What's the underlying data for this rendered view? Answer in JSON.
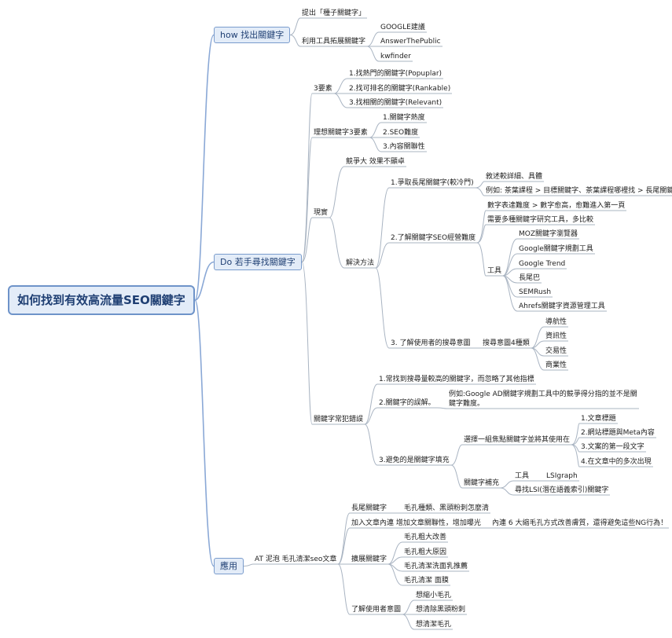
{
  "root": "如何找到有效高流量SEO關鍵字",
  "how": {
    "title": "how 找出關鍵字",
    "seed": "提出「種子關鍵字」",
    "tools": "利用工具拓展關鍵字",
    "tool_items": [
      "GOOGLE建議",
      "AnswerThePublic",
      "kwfinder"
    ]
  },
  "do": {
    "title": "Do 若手尋找關鍵字",
    "three": {
      "label": "3要素",
      "items": [
        "1.找熱門的關鍵字(Popuplar)",
        "2.找可排名的關鍵字(Rankable)",
        "3.找相關的關鍵字(Relevant)"
      ]
    },
    "ideal": {
      "label": "理想關鍵字3要素",
      "items": [
        "1.關鍵字熱度",
        "2.SEO難度",
        "3.內容關聯性"
      ]
    },
    "reality": {
      "label": "現實",
      "competition": "競爭大 效果不顯卓",
      "method": "解決方法",
      "long_tail": {
        "label": "1.爭取長尾關鍵字(較冷門)",
        "detail": "敘述較詳細、具體",
        "example": "例如: 茶葉課程 > 目標關鍵字、茶葉課程哪裡找 > 長尾關鍵字"
      },
      "difficulty": {
        "label": "2.了解關鍵字SEO經營難度",
        "note1": "數字表達難度 > 數字愈高，愈難進入第一頁",
        "note2": "需要多種關鍵字研究工具，多比較",
        "tools_label": "工具",
        "tools": [
          "MOZ關鍵字瀏覽器",
          "Google關鍵字規劃工具",
          "Google Trend",
          "長尾巴",
          "SEMRush",
          "Ahrefs關鍵字資源管理工具"
        ]
      },
      "intent": {
        "label": "3. 了解使用者的搜尋意圖",
        "types_label": "搜尋意圖4種類",
        "types": [
          "導航性",
          "資訊性",
          "交易性",
          "商業性"
        ]
      }
    },
    "mistakes": {
      "label": "關鍵字常犯錯誤",
      "m1": "1.常找到搜尋量較高的關鍵字，而忽略了其他指標",
      "m2": "2.關鍵字的誤解。",
      "m2_note": "例如:Google AD關鍵字規劃工具中的競爭得分指的並不是關鍵字難度。",
      "m3": "3.避免的是關鍵字填充",
      "select": "選擇一組焦點關鍵字並將其使用在",
      "select_items": [
        "1.文章標題",
        "2.網站標題與Meta內容",
        "3.文案的第一段文字",
        "4.在文章中的多次出現"
      ],
      "supplement": "關鍵字補充",
      "tool_label": "工具",
      "tool_name": "LSIgraph",
      "lsi": "尋找LSI(潛在語義索引)關鍵字"
    }
  },
  "app": {
    "title": "應用",
    "article": "AT 泥泡 毛孔清潔seo文章",
    "long_kw": "長尾關鍵字",
    "long_kw_item": "毛孔種類、黑頭粉刺怎麼清",
    "add": "加入文章內連 增加文章關聯性，增加曝光",
    "add_note": "內連 6 大縮毛孔方式改善膚質，還得避免這些NG行為！",
    "expand": "擴展關鍵字",
    "expand_items": [
      "毛孔粗大改善",
      "毛孔粗大原因",
      "毛孔清潔洗面乳推薦",
      "毛孔清潔 面膜"
    ],
    "intent": "了解使用者意圖",
    "intent_items": [
      "想縮小毛孔",
      "想清除黑頭粉刺",
      "想清潔毛孔"
    ]
  }
}
